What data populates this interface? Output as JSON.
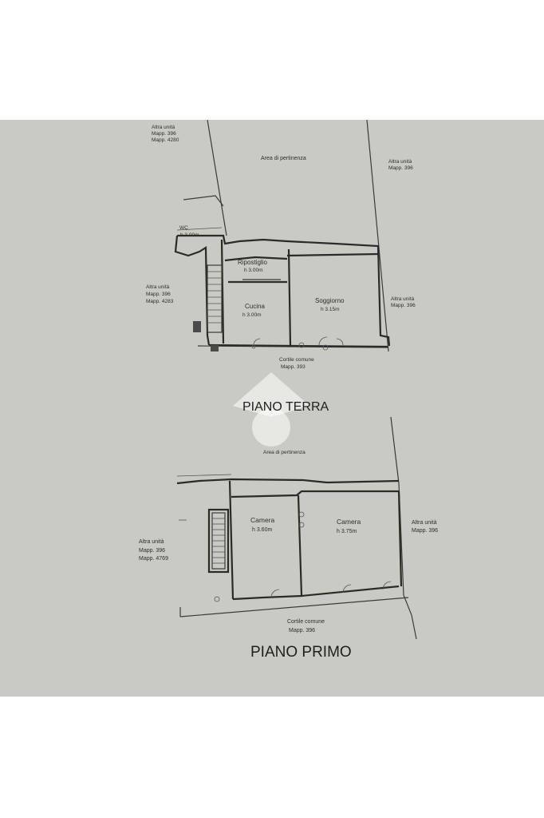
{
  "ground_floor": {
    "title": "PIANO TERRA",
    "top_left_note": [
      "Altra unità",
      "Mapp. 396",
      "Mapp. 4280"
    ],
    "top_area": "Area di pertinenza",
    "top_right_note": [
      "Altra unità",
      "Mapp. 396"
    ],
    "wc": "WC",
    "wc_height": "h 3.00m",
    "rooms": [
      {
        "name": "Ripostiglio",
        "height": "h 3.00m"
      },
      {
        "name": "Cucina",
        "height": "h 3.00m"
      },
      {
        "name": "Soggiorno",
        "height": "h 3.15m"
      }
    ],
    "left_note": [
      "Altra unità",
      "Mapp. 396",
      "Mapp. 4283"
    ],
    "right_note": [
      "Altra unità",
      "Mapp. 396"
    ],
    "bottom_note": [
      "Cortile comune",
      "Mapp. 393"
    ]
  },
  "first_floor": {
    "title": "PIANO PRIMO",
    "top_area": "Area di pertinenza",
    "rooms": [
      {
        "name": "Camera",
        "height": "h 3.60m"
      },
      {
        "name": "Camera",
        "height": "h 3.75m"
      }
    ],
    "left_note": [
      "Altra unità",
      "Mapp. 396",
      "Mapp. 4769"
    ],
    "right_note": [
      "Altra unità",
      "Mapp. 396"
    ],
    "bottom_note": [
      "Cortile comune",
      "Mapp. 396"
    ]
  },
  "colors": {
    "paper": "#c9cac4",
    "ink": "#2a2a2a",
    "watermark": "#ffffff"
  }
}
